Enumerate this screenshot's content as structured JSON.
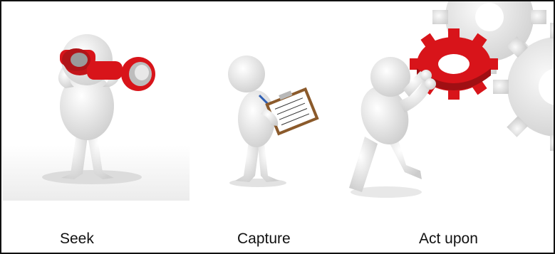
{
  "captions": {
    "seek": "Seek",
    "capture": "Capture",
    "act": "Act upon"
  },
  "colors": {
    "accent_red": "#d8141a",
    "figure_white": "#f1f1f1",
    "gear_gray": "#e6e6e6",
    "border": "#111111"
  },
  "icons": {
    "seek": "figure-with-binoculars-icon",
    "capture": "figure-with-clipboard-icon",
    "act": "figure-pushing-gear-icon"
  }
}
